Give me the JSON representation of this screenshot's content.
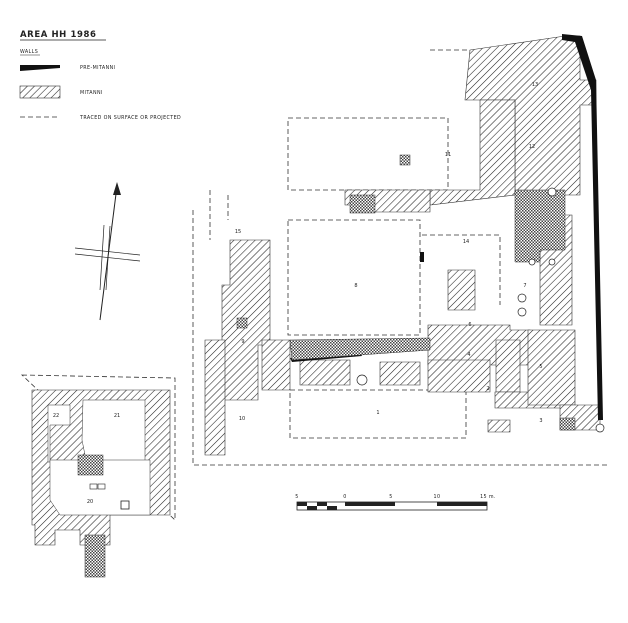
{
  "title": "AREA HH 1986",
  "legend": {
    "heading": "WALLS",
    "items": [
      {
        "label": "PRE-MITANNI"
      },
      {
        "label": "MITANNI"
      },
      {
        "label": "TRACED ON SURFACE OR PROJECTED"
      }
    ]
  },
  "rooms": [
    "1",
    "2",
    "3",
    "4",
    "5",
    "6",
    "7",
    "8",
    "9",
    "10",
    "11",
    "12",
    "13",
    "14",
    "15",
    "20",
    "21",
    "22"
  ],
  "scale": {
    "ticks": [
      "5",
      "0",
      "5",
      "10",
      "15 m."
    ]
  },
  "colors": {
    "ink": "#222222",
    "paper": "#ffffff"
  }
}
